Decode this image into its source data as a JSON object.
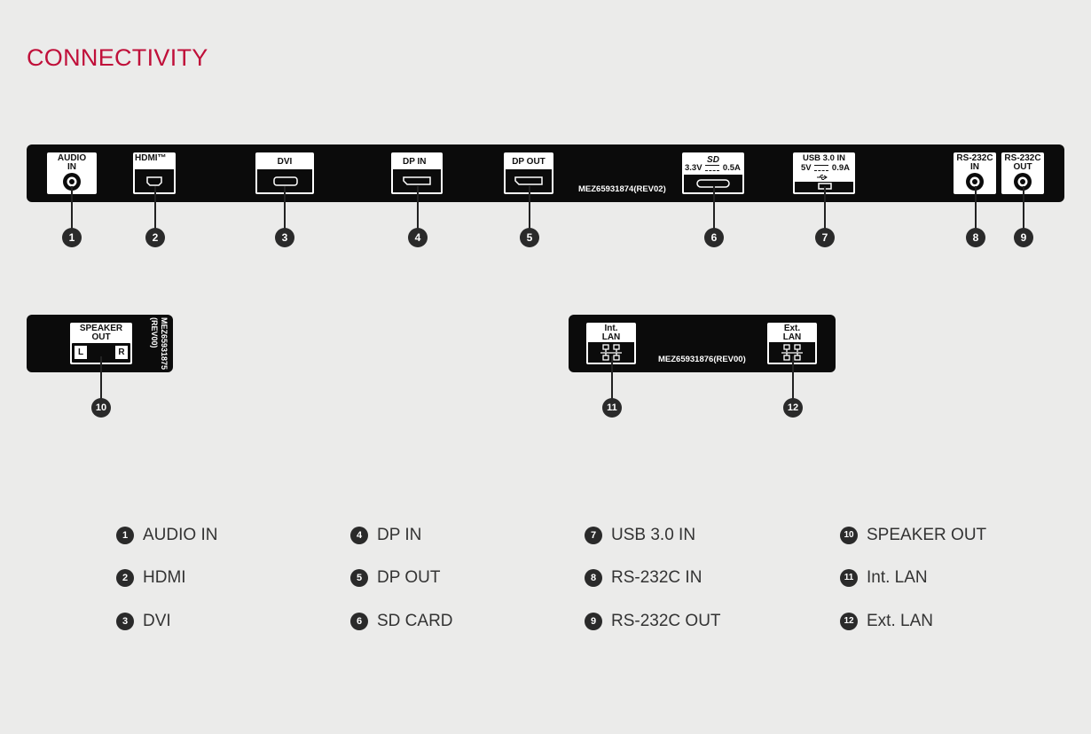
{
  "title": "CONNECTIVITY",
  "colors": {
    "title": "#c0103a",
    "panel": "#0b0b0b",
    "background": "#ebebea",
    "badge": "#2a2a2a"
  },
  "main_panel": {
    "model": "MEZ65931874(REV02)",
    "ports": [
      {
        "num": "1",
        "label": "AUDIO IN",
        "label_lines": [
          "AUDIO",
          "IN"
        ],
        "icon": "audio-jack-icon"
      },
      {
        "num": "2",
        "label": "HDMI™",
        "label_lines": [
          "HDMI™"
        ],
        "icon": "hdmi-port-icon"
      },
      {
        "num": "3",
        "label": "DVI",
        "label_lines": [
          "DVI"
        ],
        "icon": "dvi-port-icon"
      },
      {
        "num": "4",
        "label": "DP IN",
        "label_lines": [
          "DP IN"
        ],
        "icon": "displayport-icon"
      },
      {
        "num": "5",
        "label": "DP OUT",
        "label_lines": [
          "DP OUT"
        ],
        "icon": "displayport-icon"
      },
      {
        "num": "6",
        "label": "SD",
        "label_lines": [
          "3.3V",
          "0.5A"
        ],
        "icon": "sd-card-slot-icon"
      },
      {
        "num": "7",
        "label": "USB 3.0 IN",
        "label_lines": [
          "USB 3.0 IN",
          "5V",
          "0.9A"
        ],
        "icon": "usb-port-icon"
      },
      {
        "num": "8",
        "label": "RS-232C IN",
        "label_lines": [
          "RS-232C",
          "IN"
        ],
        "icon": "serial-jack-icon"
      },
      {
        "num": "9",
        "label": "RS-232C OUT",
        "label_lines": [
          "RS-232C",
          "OUT"
        ],
        "icon": "serial-jack-icon"
      }
    ]
  },
  "speaker_panel": {
    "model_lines": [
      "MEZ65931875",
      "(REV00)"
    ],
    "port": {
      "num": "10",
      "label_lines": [
        "SPEAKER",
        "OUT"
      ],
      "left": "L",
      "right": "R"
    }
  },
  "lan_panel": {
    "model": "MEZ65931876(REV00)",
    "ports": [
      {
        "num": "11",
        "label_lines": [
          "Int.",
          "LAN"
        ],
        "icon": "lan-port-icon"
      },
      {
        "num": "12",
        "label_lines": [
          "Ext.",
          "LAN"
        ],
        "icon": "lan-port-icon"
      }
    ]
  },
  "legend": [
    {
      "num": "1",
      "text": "AUDIO IN"
    },
    {
      "num": "2",
      "text": "HDMI"
    },
    {
      "num": "3",
      "text": "DVI"
    },
    {
      "num": "4",
      "text": "DP IN"
    },
    {
      "num": "5",
      "text": "DP OUT"
    },
    {
      "num": "6",
      "text": "SD CARD"
    },
    {
      "num": "7",
      "text": "USB 3.0 IN"
    },
    {
      "num": "8",
      "text": "RS-232C IN"
    },
    {
      "num": "9",
      "text": "RS-232C OUT"
    },
    {
      "num": "10",
      "text": "SPEAKER OUT"
    },
    {
      "num": "11",
      "text": "Int. LAN"
    },
    {
      "num": "12",
      "text": "Ext. LAN"
    }
  ]
}
